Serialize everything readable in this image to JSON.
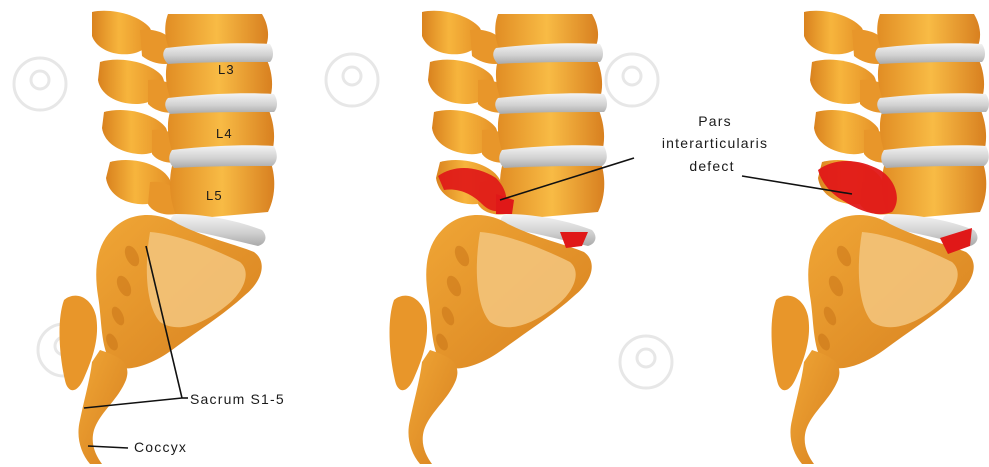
{
  "labels": {
    "vertebra_l3": "L3",
    "vertebra_l4": "L4",
    "vertebra_l5": "L5",
    "sacrum": "Sacrum S1-5",
    "coccyx": "Coccyx",
    "defect_line1": "Pars",
    "defect_line2": "interarticularis",
    "defect_line3": "defect"
  },
  "colors": {
    "bone_light": "#f6b13a",
    "bone_mid": "#e8962a",
    "bone_dark": "#c87418",
    "bone_pale": "#f3c37a",
    "disc": "#cfcfcf",
    "disc_highlight": "#f2f2f2",
    "defect": "#e01818",
    "leader": "#111111",
    "watermark": "#e4e4e4"
  }
}
